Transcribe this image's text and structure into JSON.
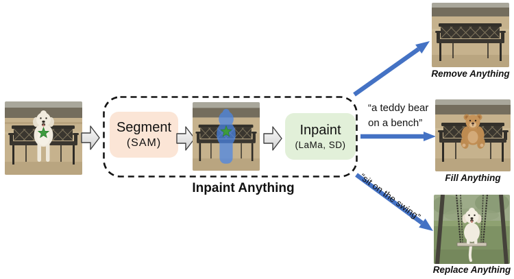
{
  "diagram": {
    "title": "Inpaint Anything",
    "segment_box": {
      "title": "Segment",
      "subtitle": "(SAM)"
    },
    "inpaint_box": {
      "title": "Inpaint",
      "subtitle": "(LaMa, SD)"
    },
    "prompts": {
      "fill_line1": "“a teddy bear",
      "fill_line2": "on a bench”",
      "replace": "“sit on the swing”"
    },
    "outputs": {
      "remove_label": "Remove Anything",
      "fill_label": "Fill Anything",
      "replace_label": "Replace Anything"
    },
    "images": {
      "input": "dog sitting on bench with click point",
      "masked": "dog segmented with blue mask",
      "remove": "empty bench",
      "fill": "teddy bear on bench",
      "replace": "dog on swing"
    }
  },
  "colors": {
    "accent_blue": "#4472C4",
    "segment_fill": "#FBE5D6",
    "inpaint_fill": "#E2F0D9",
    "star_green": "#3E9B3E",
    "mask_blue": "#4A86E8",
    "gray_arrow_fill_light": "#FAFAFA",
    "gray_arrow_fill_dark": "#D2D2D2",
    "gray_arrow_stroke": "#3F3F3F",
    "dash_stroke": "#141414",
    "text_dark": "#111111"
  }
}
